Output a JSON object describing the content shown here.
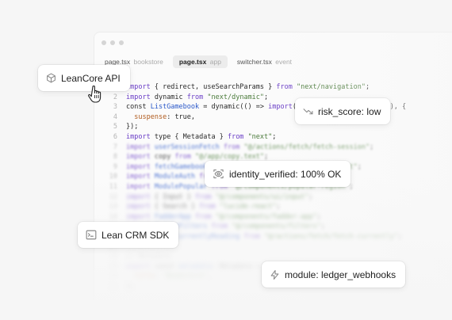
{
  "tabs": [
    {
      "file": "page.tsx",
      "sub": "bookstore",
      "active": false
    },
    {
      "file": "page.tsx",
      "sub": "app",
      "active": true
    },
    {
      "file": "switcher.tsx",
      "sub": "event",
      "active": false
    }
  ],
  "code_lines": [
    {
      "n": "1",
      "html": "<span class=\"kw\">import</span> { redirect, useSearchParams } <span class=\"kw\">from</span> <span class=\"str\">\"next/navigation\"</span>;"
    },
    {
      "n": "2",
      "html": "<span class=\"kw\">import</span> dynamic <span class=\"kw\">from</span> <span class=\"str\">\"next/dynamic\"</span>;"
    },
    {
      "n": "3",
      "html": "const <span class=\"fn\">ListGamebook</span> = dynamic(() =&gt; <span class=\"kw\">import</span>(<span class=\"str\">\"@/components/gamebook\"</span>), {"
    },
    {
      "n": "4",
      "html": "  <span class=\"prop\">suspense</span>: true,"
    },
    {
      "n": "5",
      "html": "});"
    },
    {
      "n": "6",
      "html": "<span class=\"kw\">import</span> type { Metadata } <span class=\"kw\">from</span> <span class=\"str\">\"next\"</span>;"
    },
    {
      "n": "7",
      "html": "<span class=\"kw\">import</span> <span class=\"fn\">userSessionFetch</span> <span class=\"kw\">from</span> <span class=\"str\">\"@/actions/fetch/fetch-session\"</span>;"
    },
    {
      "n": "8",
      "html": "<span class=\"kw\">import</span> copy <span class=\"kw\">from</span> <span class=\"str\">\"@/app/copy.text\"</span>;"
    },
    {
      "n": "9",
      "html": "<span class=\"kw\">import</span> <span class=\"fn\">fetchGamebook</span> <span class=\"kw\">from</span> <span class=\"str\">\"@/actions/fetch/gamebook-list\"</span>;"
    },
    {
      "n": "10",
      "html": "<span class=\"kw\">import</span> <span class=\"fn\">ModuleAuth</span> <span class=\"kw\">from</span> <span class=\"str\">\"@/components/auth\"</span>;"
    },
    {
      "n": "11",
      "html": "<span class=\"kw\">import</span> <span class=\"fn\">ModulePopular</span> <span class=\"kw\">from</span> <span class=\"str\">\"@/components/popular-region\"</span>;"
    },
    {
      "n": "12",
      "html": "<span class=\"kw\">import</span> { Input } <span class=\"kw\">from</span> <span class=\"str\">\"@/components/ui/input\"</span>;"
    },
    {
      "n": "13",
      "html": "<span class=\"kw\">import</span> { Search } <span class=\"kw\">from</span> <span class=\"str\">\"lucide-react\"</span>;"
    },
    {
      "n": "14",
      "html": "<span class=\"kw\">import</span> <span class=\"fn\">FadderApp</span> <span class=\"kw\">from</span> <span class=\"str\">\"@/components/fadder-app\"</span>;"
    },
    {
      "n": "15",
      "html": "<span class=\"kw\">import</span> <span class=\"fn\">ModuleFilters</span> <span class=\"kw\">from</span> <span class=\"str\">\"@/components/filters\"</span>;"
    },
    {
      "n": "16",
      "html": "<span class=\"kw\">import</span> <span class=\"fn\">fetchCurrentlyReading</span> <span class=\"kw\">from</span> <span class=\"str\">\"@/actions/fetch/fetch-currently\"</span>;"
    },
    {
      "n": "17",
      "html": ""
    },
    {
      "n": "18",
      "html": "<span class=\"cm\">// Metadata</span>"
    },
    {
      "n": "19",
      "html": "<span class=\"kw\">export</span> const <span class=\"fn\">metadata</span>: Metadata = {"
    },
    {
      "n": "20",
      "html": "  <span class=\"prop\">title</span>: <span class=\"str\">\"Bookstore\"</span>,"
    },
    {
      "n": "21",
      "html": "};"
    }
  ],
  "chips": {
    "leancore_api": {
      "label": "LeanCore API",
      "icon": "cube-icon"
    },
    "risk_score": {
      "label": "risk_score: low",
      "icon": "trend-down-icon"
    },
    "identity_verified": {
      "label": "identity_verified: 100% OK",
      "icon": "eye-scan-icon"
    },
    "lean_crm_sdk": {
      "label": "Lean CRM SDK",
      "icon": "terminal-icon"
    },
    "module": {
      "label": "module: ledger_webhooks",
      "icon": "bolt-icon"
    }
  },
  "colors": {
    "background": "#f6f6f6",
    "chip_background": "#ffffff",
    "icon": "#8a8a8a",
    "keyword": "#6b3fc7",
    "string": "#4a7a3a"
  }
}
